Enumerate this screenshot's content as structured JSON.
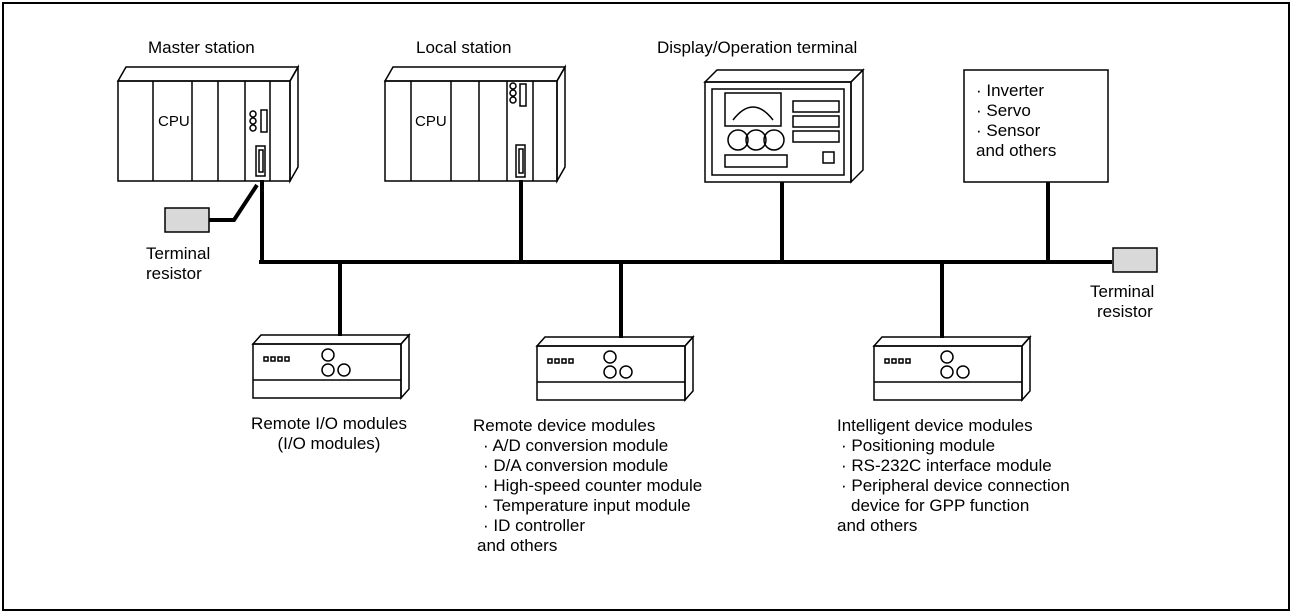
{
  "master_station": {
    "label": "Master station",
    "cpu_text": "CPU"
  },
  "local_station": {
    "label": "Local station",
    "cpu_text": "CPU"
  },
  "display_terminal": {
    "label": "Display/Operation terminal"
  },
  "field_devices": {
    "items": [
      "· Inverter",
      "· Servo",
      "· Sensor",
      "and others"
    ]
  },
  "terminal_resistor_left": {
    "line1": "Terminal",
    "line2": "resistor"
  },
  "terminal_resistor_right": {
    "line1": "Terminal",
    "line2": "resistor"
  },
  "remote_io": {
    "line1": "Remote I/O modules",
    "line2": "(I/O modules)"
  },
  "remote_device": {
    "title": "Remote device modules",
    "items": [
      "· A/D conversion module",
      "· D/A conversion module",
      "· High-speed counter module",
      "· Temperature input module",
      "· ID controller",
      "and others"
    ]
  },
  "intelligent_device": {
    "title": "Intelligent device modules",
    "items": [
      "· Positioning module",
      "· RS-232C interface module",
      "· Peripheral device connection",
      "device for GPP function",
      "and others"
    ]
  }
}
